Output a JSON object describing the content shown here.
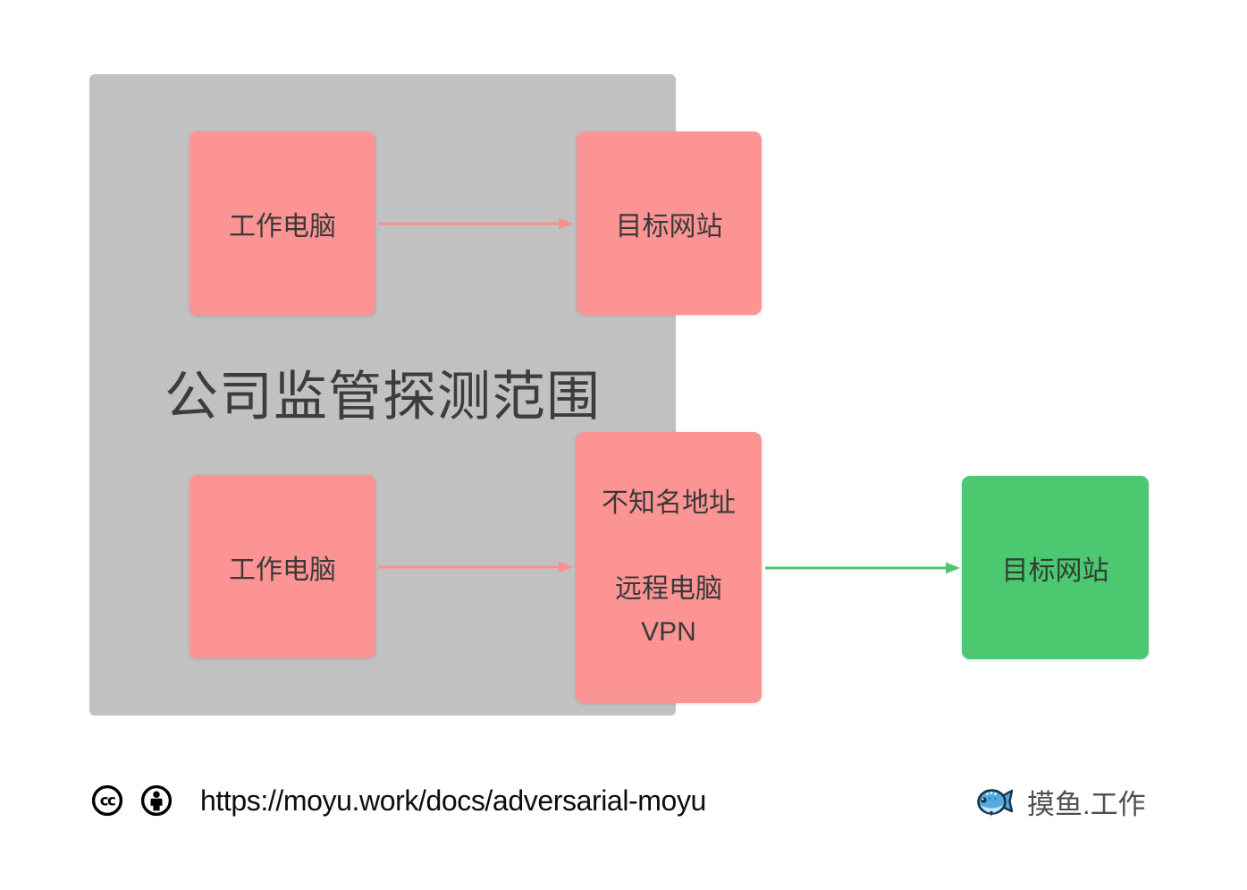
{
  "colors": {
    "scope_bg": "#c1c1c1",
    "node_pink": "#fc9494",
    "node_green": "#4cc970",
    "arrow_pink": "#fb9090",
    "arrow_green": "#4cc970",
    "node_text": "#3a3a3a",
    "title_text": "#3d3d3d",
    "url_text": "#0d0d0d",
    "brand_text": "#4f4f4f",
    "fish_body_blue": "#55aadd",
    "fish_belly_blue": "#c3e6f7"
  },
  "scope": {
    "title": "公司监管探测范围"
  },
  "nodes": {
    "work_top": {
      "label": "工作电脑"
    },
    "target_top": {
      "label": "目标网站"
    },
    "work_bottom": {
      "label": "工作电脑"
    },
    "vpn": {
      "line1": "不知名地址",
      "line2": "远程电脑",
      "line3": "VPN"
    },
    "target_outside": {
      "label": "目标网站"
    }
  },
  "footer": {
    "cc_glyph": "cc",
    "license_url": "https://moyu.work/docs/adversarial-moyu",
    "brand": "摸鱼.工作",
    "icons": {
      "cc": "cc-license-icon",
      "by": "attribution-person-icon",
      "fish": "fish-logo-icon"
    }
  }
}
